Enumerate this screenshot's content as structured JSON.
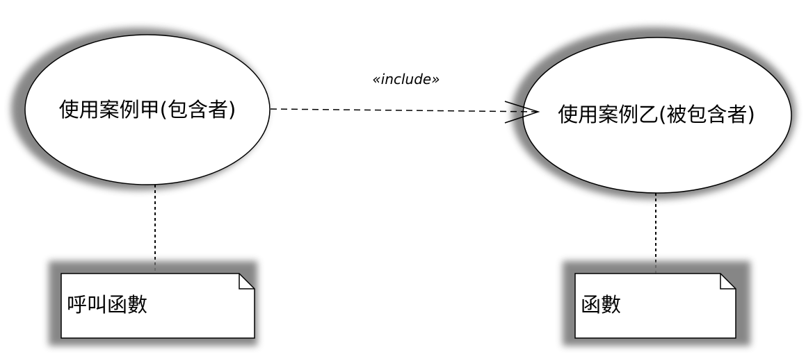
{
  "diagram_type": "UML use case diagram",
  "colors": {
    "shape_fill": "#ffffff",
    "stroke": "#000000",
    "shadow": "#7a7a7a",
    "background": "#ffffff"
  },
  "use_cases": [
    {
      "id": "uc_a",
      "label": "使用案例甲(包含者)"
    },
    {
      "id": "uc_b",
      "label": "使用案例乙(被包含者)"
    }
  ],
  "relationship": {
    "type": "include",
    "from": "uc_a",
    "to": "uc_b",
    "label": "«include»",
    "line_style": "dashed",
    "arrowhead": "open"
  },
  "notes": [
    {
      "id": "note_a",
      "attached_to": "uc_a",
      "text": "呼叫函數"
    },
    {
      "id": "note_b",
      "attached_to": "uc_b",
      "text": "函數"
    }
  ]
}
